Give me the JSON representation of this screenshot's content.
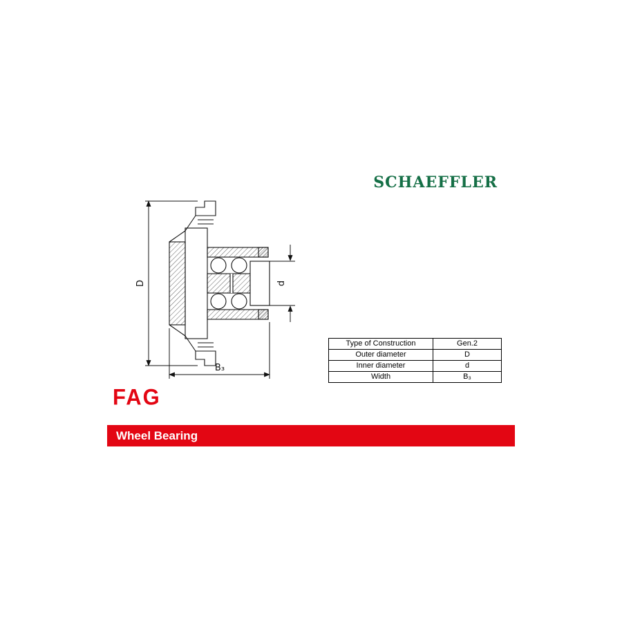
{
  "header": {
    "brand": "SCHAEFFLER"
  },
  "drawing": {
    "dim_outer_diameter": "D",
    "dim_inner_diameter": "d",
    "dim_width": "B₃"
  },
  "spec_table": {
    "rows": [
      {
        "label": "Type of Construction",
        "value": "Gen.2"
      },
      {
        "label": "Outer diameter",
        "value": "D"
      },
      {
        "label": "Inner diameter",
        "value": "d"
      },
      {
        "label": "Width",
        "value": "B₃"
      }
    ]
  },
  "logo": {
    "text": "FAG"
  },
  "banner": {
    "title": "Wheel Bearing"
  },
  "colors": {
    "brand_green": "#156f46",
    "fag_red": "#e30613",
    "banner_red": "#e30613",
    "banner_text": "#ffffff"
  }
}
